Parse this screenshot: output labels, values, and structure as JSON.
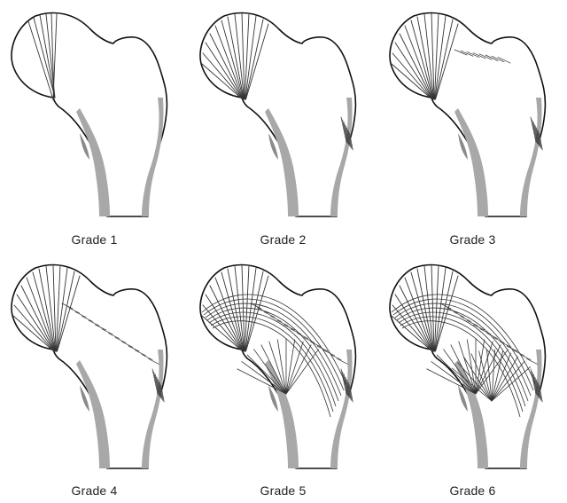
{
  "figure": {
    "panels": [
      {
        "caption": "Grade 1",
        "grade": 1
      },
      {
        "caption": "Grade 2",
        "grade": 2
      },
      {
        "caption": "Grade 3",
        "grade": 3
      },
      {
        "caption": "Grade 4",
        "grade": 4
      },
      {
        "caption": "Grade 5",
        "grade": 5
      },
      {
        "caption": "Grade 6",
        "grade": 6
      }
    ],
    "colors": {
      "outline": "#111111",
      "trabecula": "#333333",
      "cortex": "#a8a8a8"
    }
  }
}
